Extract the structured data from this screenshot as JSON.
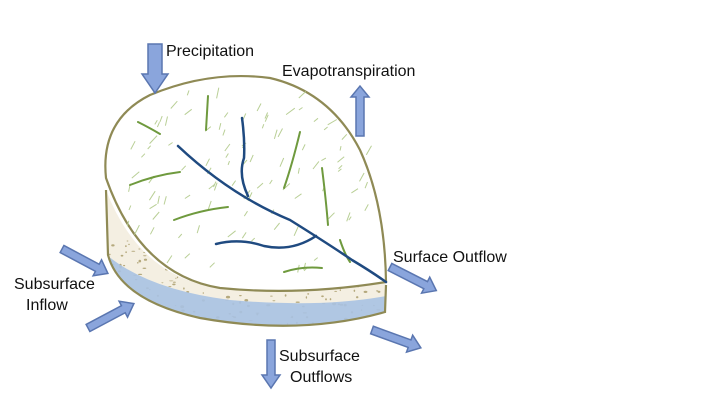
{
  "labels": {
    "precipitation": "Precipitation",
    "evapotranspiration": "Evapotranspiration",
    "surface_outflow": "Surface Outflow",
    "subsurface_inflow_line1": "Subsurface",
    "subsurface_inflow_line2": "Inflow",
    "subsurface_outflows_line1": "Subsurface",
    "subsurface_outflows_line2": "Outflows"
  },
  "colors": {
    "outline": "#8f8a55",
    "stream": "#1f4a80",
    "grass": "#6f9a3e",
    "soil_speckle": "#b5a97d",
    "groundwater": "#a9c2e3",
    "arrow_fill": "#8aa5dc",
    "arrow_stroke": "#5a76b0"
  }
}
